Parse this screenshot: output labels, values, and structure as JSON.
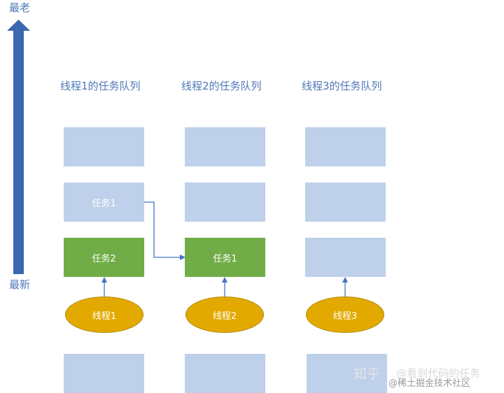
{
  "axis": {
    "top_label": "最老",
    "bottom_label": "最新",
    "color": "#3c67b0"
  },
  "columns": [
    {
      "title": "线程1的任务队列",
      "slots": [
        "",
        "任务1",
        "任务2",
        ""
      ],
      "active_slot": 2,
      "thread": "线程1"
    },
    {
      "title": "线程2的任务队列",
      "slots": [
        "",
        "",
        "任务1",
        ""
      ],
      "active_slot": 2,
      "thread": "线程2"
    },
    {
      "title": "线程3的任务队列",
      "slots": [
        "",
        "",
        "",
        ""
      ],
      "active_slot": null,
      "thread": "线程3"
    }
  ],
  "colors": {
    "empty_box": "#bed0ea",
    "active_box": "#70ad47",
    "thread": "#e2a900",
    "arrow": "#4472c4",
    "title": "#4f78b8"
  },
  "watermark": {
    "logo": "知乎",
    "handle": "@看到代码的任务",
    "source": "@稀土掘金技术社区"
  }
}
